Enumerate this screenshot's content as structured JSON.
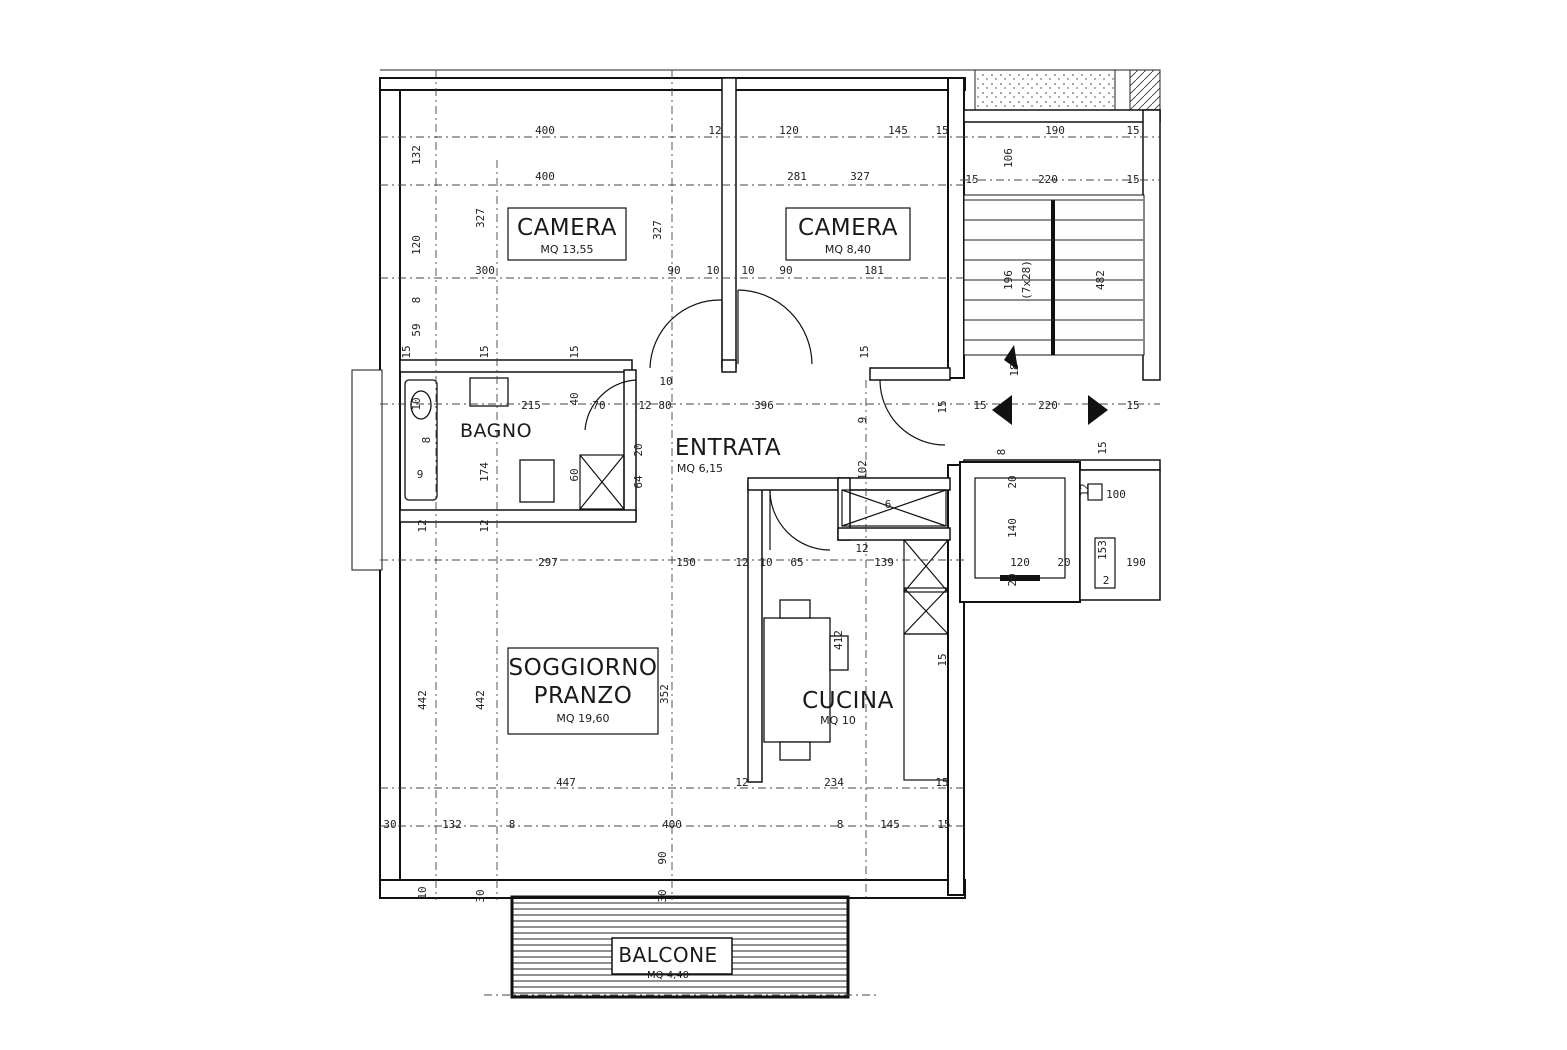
{
  "rooms": {
    "camera1": {
      "name": "CAMERA",
      "area": "MQ 13,55"
    },
    "camera2": {
      "name": "CAMERA",
      "area": "MQ 8,40"
    },
    "bagno": {
      "name": "BAGNO"
    },
    "entrata": {
      "name": "ENTRATA",
      "area": "MQ 6,15"
    },
    "soggiorno": {
      "name_line1": "SOGGIORNO",
      "name_line2": "PRANZO",
      "area": "MQ 19,60"
    },
    "cucina": {
      "name": "CUCINA",
      "area": "MQ 10"
    },
    "balcone": {
      "name": "BALCONE",
      "area": "MQ 4,40"
    }
  },
  "dimensions": {
    "top_row": [
      "400",
      "12",
      "120",
      "145",
      "15",
      "190",
      "15"
    ],
    "second_row": [
      "400",
      "281",
      "327",
      "15",
      "220",
      "15"
    ],
    "camera_left": [
      "132",
      "120",
      "327",
      "327"
    ],
    "camera_bottom": [
      "300",
      "90",
      "10",
      "10",
      "90",
      "181"
    ],
    "small_left": [
      "8",
      "59",
      "15",
      "15",
      "15",
      "15",
      "15"
    ],
    "entrata_row": [
      "215",
      "70",
      "12",
      "80",
      "10",
      "396",
      "15",
      "220",
      "15"
    ],
    "bagno_dims": [
      "10",
      "9",
      "8",
      "174",
      "60",
      "40",
      "64",
      "20",
      "9",
      "102"
    ],
    "stair_dims": [
      "106",
      "196",
      "(7x28)",
      "482",
      "18",
      "15"
    ],
    "middle_row": [
      "12",
      "12",
      "297",
      "150",
      "12",
      "10",
      "65",
      "139",
      "12"
    ],
    "lift_dims": [
      "20",
      "140",
      "120",
      "20",
      "20",
      "100",
      "153",
      "190",
      "2",
      "12",
      "8"
    ],
    "cucina_dims": [
      "412",
      "15",
      "234",
      "15",
      "12",
      "6"
    ],
    "soggiorno_dims": [
      "442",
      "442",
      "352",
      "447"
    ],
    "bottom_row": [
      "132",
      "8",
      "400",
      "8",
      "145",
      "15",
      "30"
    ],
    "balcony_dims": [
      "90",
      "10",
      "30",
      "30"
    ]
  }
}
